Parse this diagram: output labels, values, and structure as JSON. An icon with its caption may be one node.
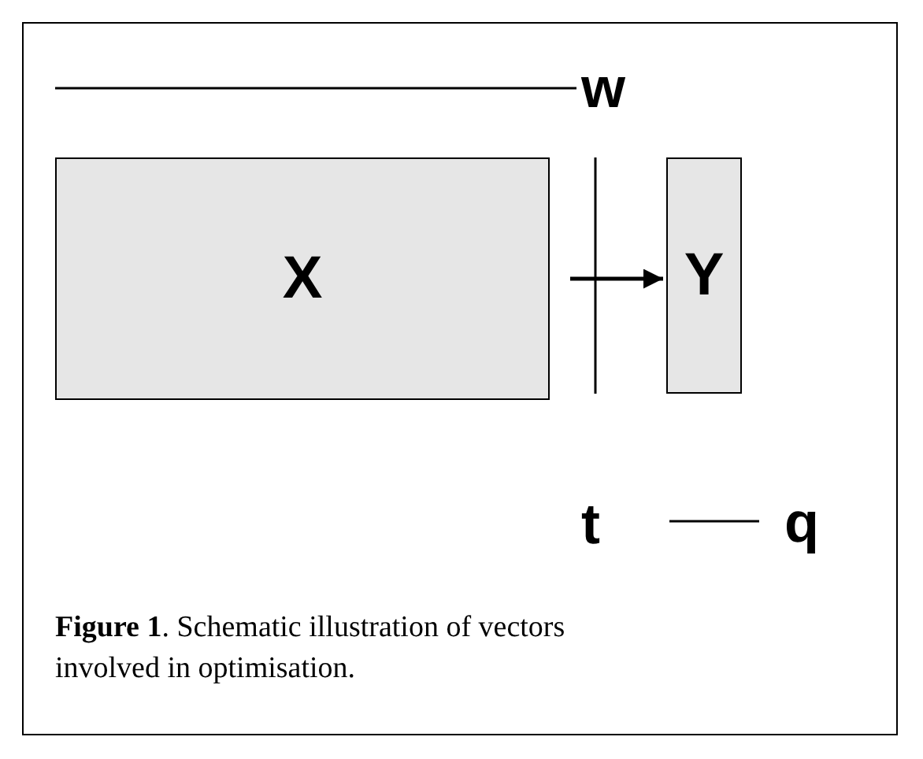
{
  "diagram": {
    "caption": "**Figure 1**. Schematic illustration of vectors involved in optimisation.",
    "nodes": [
      {
        "text": [
          "X"
        ]
      },
      {
        "text": [
          "Y"
        ]
      }
    ],
    "edges": [
      {
        "from": null,
        "to": 1,
        "arrow": "to"
      }
    ],
    "labels": [
      "w",
      "t",
      "q"
    ]
  }
}
